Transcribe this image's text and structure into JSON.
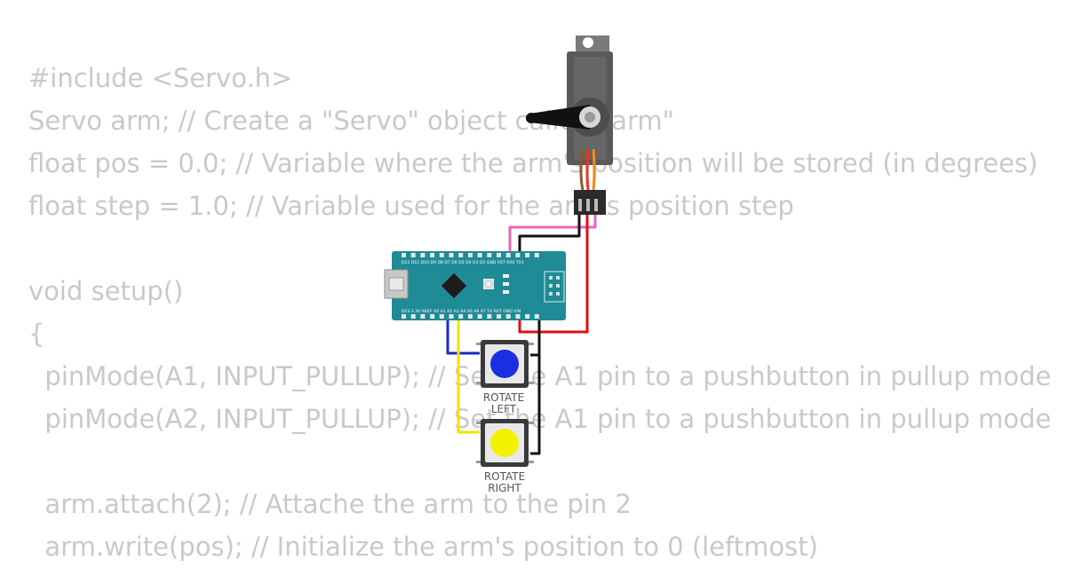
{
  "code_lines": [
    "#include <Servo.h>",
    "Servo arm; // Create a \"Servo\" object called \"arm\"",
    "float pos = 0.0; // Variable where the arm's position will be stored (in degrees)",
    "float step = 1.0; // Variable used for the arm's position step",
    "",
    "void setup()",
    "{",
    "  pinMode(A1, INPUT_PULLUP); // Set the A1 pin to a pushbutton in pullup mode",
    "  pinMode(A2, INPUT_PULLUP); // Set the A1 pin to a pushbutton in pullup mode",
    "",
    "  arm.attach(2); // Attache the arm to the pin 2",
    "  arm.write(pos); // Initialize the arm's position to 0 (leftmost)"
  ],
  "button_left": {
    "line1": "ROTATE",
    "line2": "LEFT",
    "color": "#1b2fe0"
  },
  "button_right": {
    "line1": "ROTATE",
    "line2": "RIGHT",
    "color": "#f3f000"
  },
  "nano": {
    "top_pins": "D12 D11 D10  D9  D8  D7  D6  D5  D4  D3  D2 GND RST RX0 TX1",
    "bottom_pins": "D13 3.3V AREF A0  A1  A2  A3  A4  A5  A6  A7  5V RST GND VIN",
    "board_color": "#1f8b96"
  },
  "wire_colors": {
    "pink": "#e667b9",
    "black": "#111111",
    "red": "#dd1111",
    "blue": "#1a2bbf",
    "yellow": "#f2e200"
  }
}
